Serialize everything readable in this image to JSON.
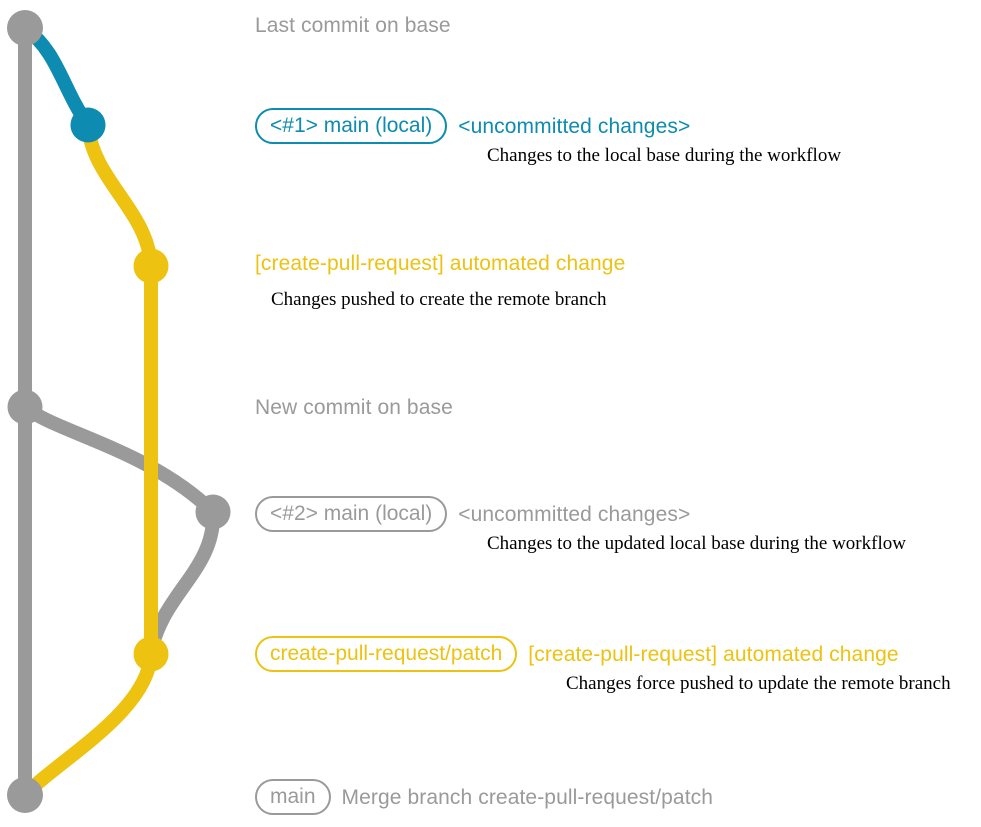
{
  "diagram": {
    "title": "create-pull-request git history graph",
    "colors": {
      "base": "#9a9a9a",
      "local": "#0e8bb0",
      "remote": "#edc211",
      "note": "#000000",
      "background": "#ffffff"
    }
  },
  "commits": [
    {
      "id": "last-commit-on-base",
      "lane": "base",
      "color": "#9a9a9a",
      "ref": null,
      "subject": "Last commit on base",
      "note": null
    },
    {
      "id": "local-1",
      "lane": "local",
      "color": "#0e8bb0",
      "ref": "<#1> main (local)",
      "subject": "<uncommitted changes>",
      "note": "Changes to the local base during the workflow"
    },
    {
      "id": "remote-1",
      "lane": "remote",
      "color": "#edc211",
      "ref": null,
      "subject": "[create-pull-request] automated change",
      "note": "Changes pushed to create the remote branch"
    },
    {
      "id": "new-commit-on-base",
      "lane": "base",
      "color": "#9a9a9a",
      "ref": null,
      "subject": "New commit on base",
      "note": null
    },
    {
      "id": "local-2",
      "lane": "local2",
      "color": "#9a9a9a",
      "ref": "<#2> main (local)",
      "subject": "<uncommitted changes>",
      "note": "Changes to the updated local base during the workflow"
    },
    {
      "id": "remote-2",
      "lane": "remote",
      "color": "#edc211",
      "ref": "create-pull-request/patch",
      "subject": "[create-pull-request] automated change",
      "note": "Changes force pushed to update the remote branch"
    },
    {
      "id": "merge",
      "lane": "base",
      "color": "#9a9a9a",
      "ref": "main",
      "subject": "Merge branch create-pull-request/patch",
      "note": null
    }
  ]
}
